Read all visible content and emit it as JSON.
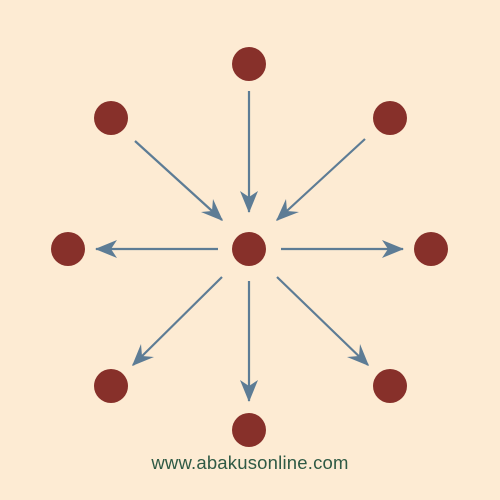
{
  "colors": {
    "background": "#fdebd3",
    "node": "#87302a",
    "arrow": "#5d7c95",
    "footer_text": "#2f5a45"
  },
  "diagram": {
    "center_node": "center-node",
    "incoming_nodes": [
      "top",
      "top-left",
      "top-right"
    ],
    "outgoing_nodes": [
      "left",
      "right",
      "bottom-left",
      "bottom",
      "bottom-right"
    ]
  },
  "footer": {
    "website": "www.abakusonline.com"
  }
}
